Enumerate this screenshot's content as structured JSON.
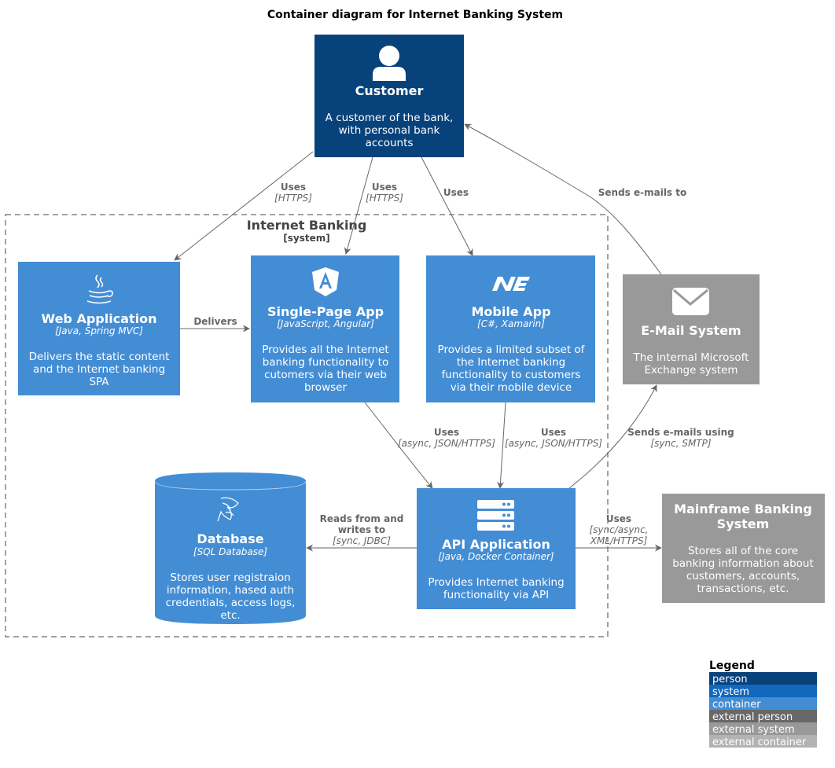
{
  "title": "Container diagram for Internet Banking System",
  "colors": {
    "person": "#08427b",
    "system": "#1168bd",
    "container": "#438dd5",
    "external_person": "#686868",
    "external_system": "#999999",
    "external_container": "#b3b3b3",
    "edge": "#666666"
  },
  "boundary": {
    "title": "Internet Banking",
    "type": "[system]"
  },
  "customer": {
    "name": "Customer",
    "desc": [
      "A customer of the bank,",
      "with personal bank",
      "accounts"
    ],
    "icon": "person-icon"
  },
  "web_app": {
    "name": "Web Application",
    "tech": "[Java, Spring MVC]",
    "desc": [
      "Delivers the static content",
      "and the Internet banking",
      "SPA"
    ],
    "icon": "java-icon"
  },
  "spa": {
    "name": "Single-Page App",
    "tech": "[JavaScript, Angular]",
    "desc": [
      "Provides all the Internet",
      "banking functionality to",
      "cutomers via their web",
      "browser"
    ],
    "icon": "angular-icon"
  },
  "mobile": {
    "name": "Mobile App",
    "tech": "[C#, Xamarin]",
    "desc": [
      "Provides a limited subset of",
      "the Internet banking",
      "functionality to customers",
      "via their mobile device"
    ],
    "icon": "dotnet-icon"
  },
  "email": {
    "name": "E-Mail System",
    "desc": [
      "The internal Microsoft",
      "Exchange system"
    ],
    "icon": "envelope-icon"
  },
  "database": {
    "name": "Database",
    "tech": "[SQL Database]",
    "desc": [
      "Stores user registraion",
      "information, hased auth",
      "credentials, access logs,",
      "etc."
    ],
    "icon": "sql-server-icon"
  },
  "api": {
    "name": "API Application",
    "tech": "[Java, Docker Container]",
    "desc": [
      "Provides Internet banking",
      "functionality via API"
    ],
    "icon": "server-icon"
  },
  "mainframe": {
    "name": [
      "Mainframe Banking",
      "System"
    ],
    "desc": [
      "Stores all of the core",
      "banking information about",
      "customers, accounts,",
      "transactions, etc."
    ]
  },
  "edges": {
    "cust_web": {
      "label": "Uses",
      "tech": "[HTTPS]"
    },
    "cust_spa": {
      "label": "Uses",
      "tech": "[HTTPS]"
    },
    "cust_mobile": {
      "label": "Uses"
    },
    "email_cust": {
      "label": "Sends e-mails to"
    },
    "web_spa": {
      "label": "Delivers"
    },
    "spa_api": {
      "label": "Uses",
      "tech": "[async, JSON/HTTPS]"
    },
    "mobile_api": {
      "label": "Uses",
      "tech": "[async, JSON/HTTPS]"
    },
    "api_email": {
      "label": "Sends e-mails using",
      "tech": "[sync, SMTP]"
    },
    "api_db": {
      "label": [
        "Reads from and",
        "writes to"
      ],
      "tech": "[sync, JDBC]"
    },
    "api_mainframe": {
      "label": "Uses",
      "tech": [
        "[sync/async,",
        "XML/HTTPS]"
      ]
    }
  },
  "legend": {
    "title": "Legend",
    "items": [
      "person",
      "system",
      "container",
      "external person",
      "external system",
      "external container"
    ]
  }
}
